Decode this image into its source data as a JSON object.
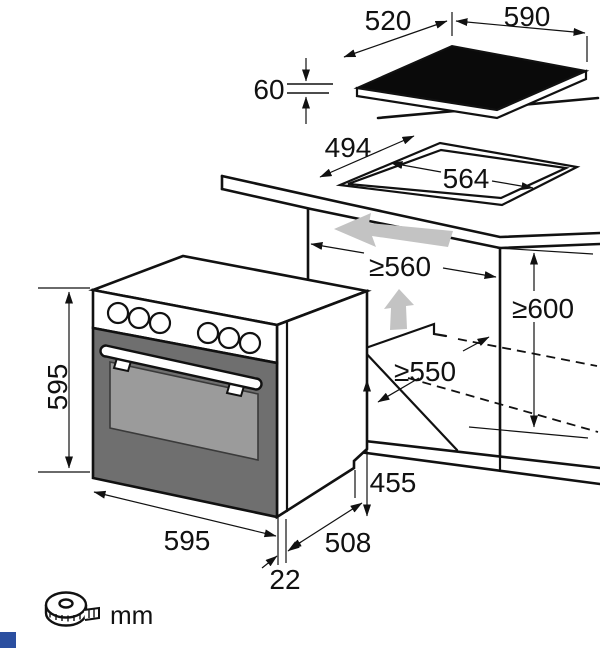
{
  "figure": {
    "type": "installation-dimension-diagram",
    "unit": "mm",
    "labels": {
      "hob_depth": "520",
      "hob_width": "590",
      "hob_height": "60",
      "cutout_depth": "494",
      "cutout_width": "564",
      "niche_width": "≥560",
      "niche_height": "≥600",
      "niche_depth": "≥550",
      "oven_height": "595",
      "oven_width": "595",
      "rear_height": "455",
      "body_depth": "508",
      "door_depth": "22",
      "unit_label": "mm"
    },
    "colors": {
      "line": "#111111",
      "hob_glass": "#0a0a0a",
      "door_gray": "#6f6f6f",
      "window_gray": "#9b9b9b",
      "arrow_gray": "#c3c3c3",
      "accent_blue": "#2b4fa0"
    },
    "icons": [
      "tape-measure-icon",
      "gray-slide-in-arrow",
      "gray-up-arrow"
    ]
  }
}
